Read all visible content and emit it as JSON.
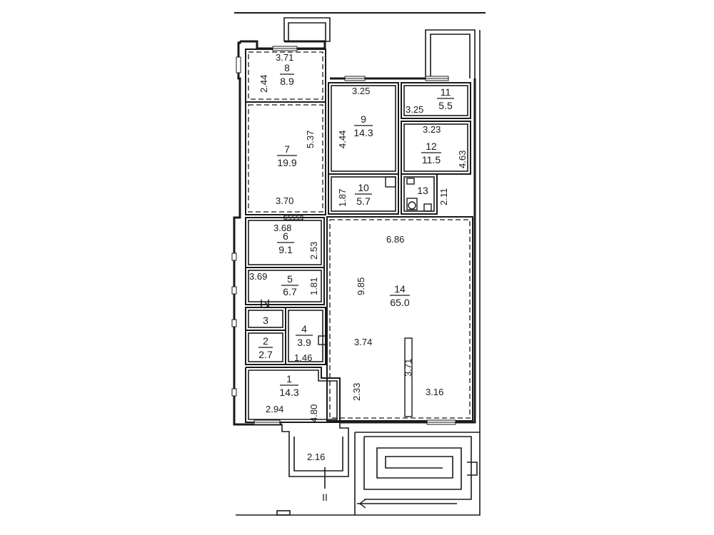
{
  "rooms": [
    {
      "id": "1",
      "number": "1",
      "area": "14.3"
    },
    {
      "id": "2",
      "number": "2",
      "area": "2.7"
    },
    {
      "id": "3",
      "number": "3",
      "area": ""
    },
    {
      "id": "4",
      "number": "4",
      "area": "3.9"
    },
    {
      "id": "5",
      "number": "5",
      "area": "6.7"
    },
    {
      "id": "6",
      "number": "6",
      "area": "9.1"
    },
    {
      "id": "7",
      "number": "7",
      "area": "19.9"
    },
    {
      "id": "8",
      "number": "8",
      "area": "8.9"
    },
    {
      "id": "9",
      "number": "9",
      "area": "14.3"
    },
    {
      "id": "10",
      "number": "10",
      "area": "5.7"
    },
    {
      "id": "11",
      "number": "11",
      "area": "5.5"
    },
    {
      "id": "12",
      "number": "12",
      "area": "11.5"
    },
    {
      "id": "13",
      "number": "13",
      "area": ""
    },
    {
      "id": "14",
      "number": "14",
      "area": "65.0"
    }
  ],
  "dimensions": [
    "3.71",
    "2.44",
    "3.25",
    "4.44",
    "3.25",
    "3.23",
    "4.63",
    "5.37",
    "3.70",
    "1.87",
    "2.11",
    "3.68",
    "2.53",
    "6.86",
    "9.85",
    "3.69",
    "1.81",
    "1.46",
    "3.74",
    "3.71",
    "2.33",
    "3.16",
    "2.94",
    "4.80",
    "2.16"
  ],
  "section_mark": "II"
}
